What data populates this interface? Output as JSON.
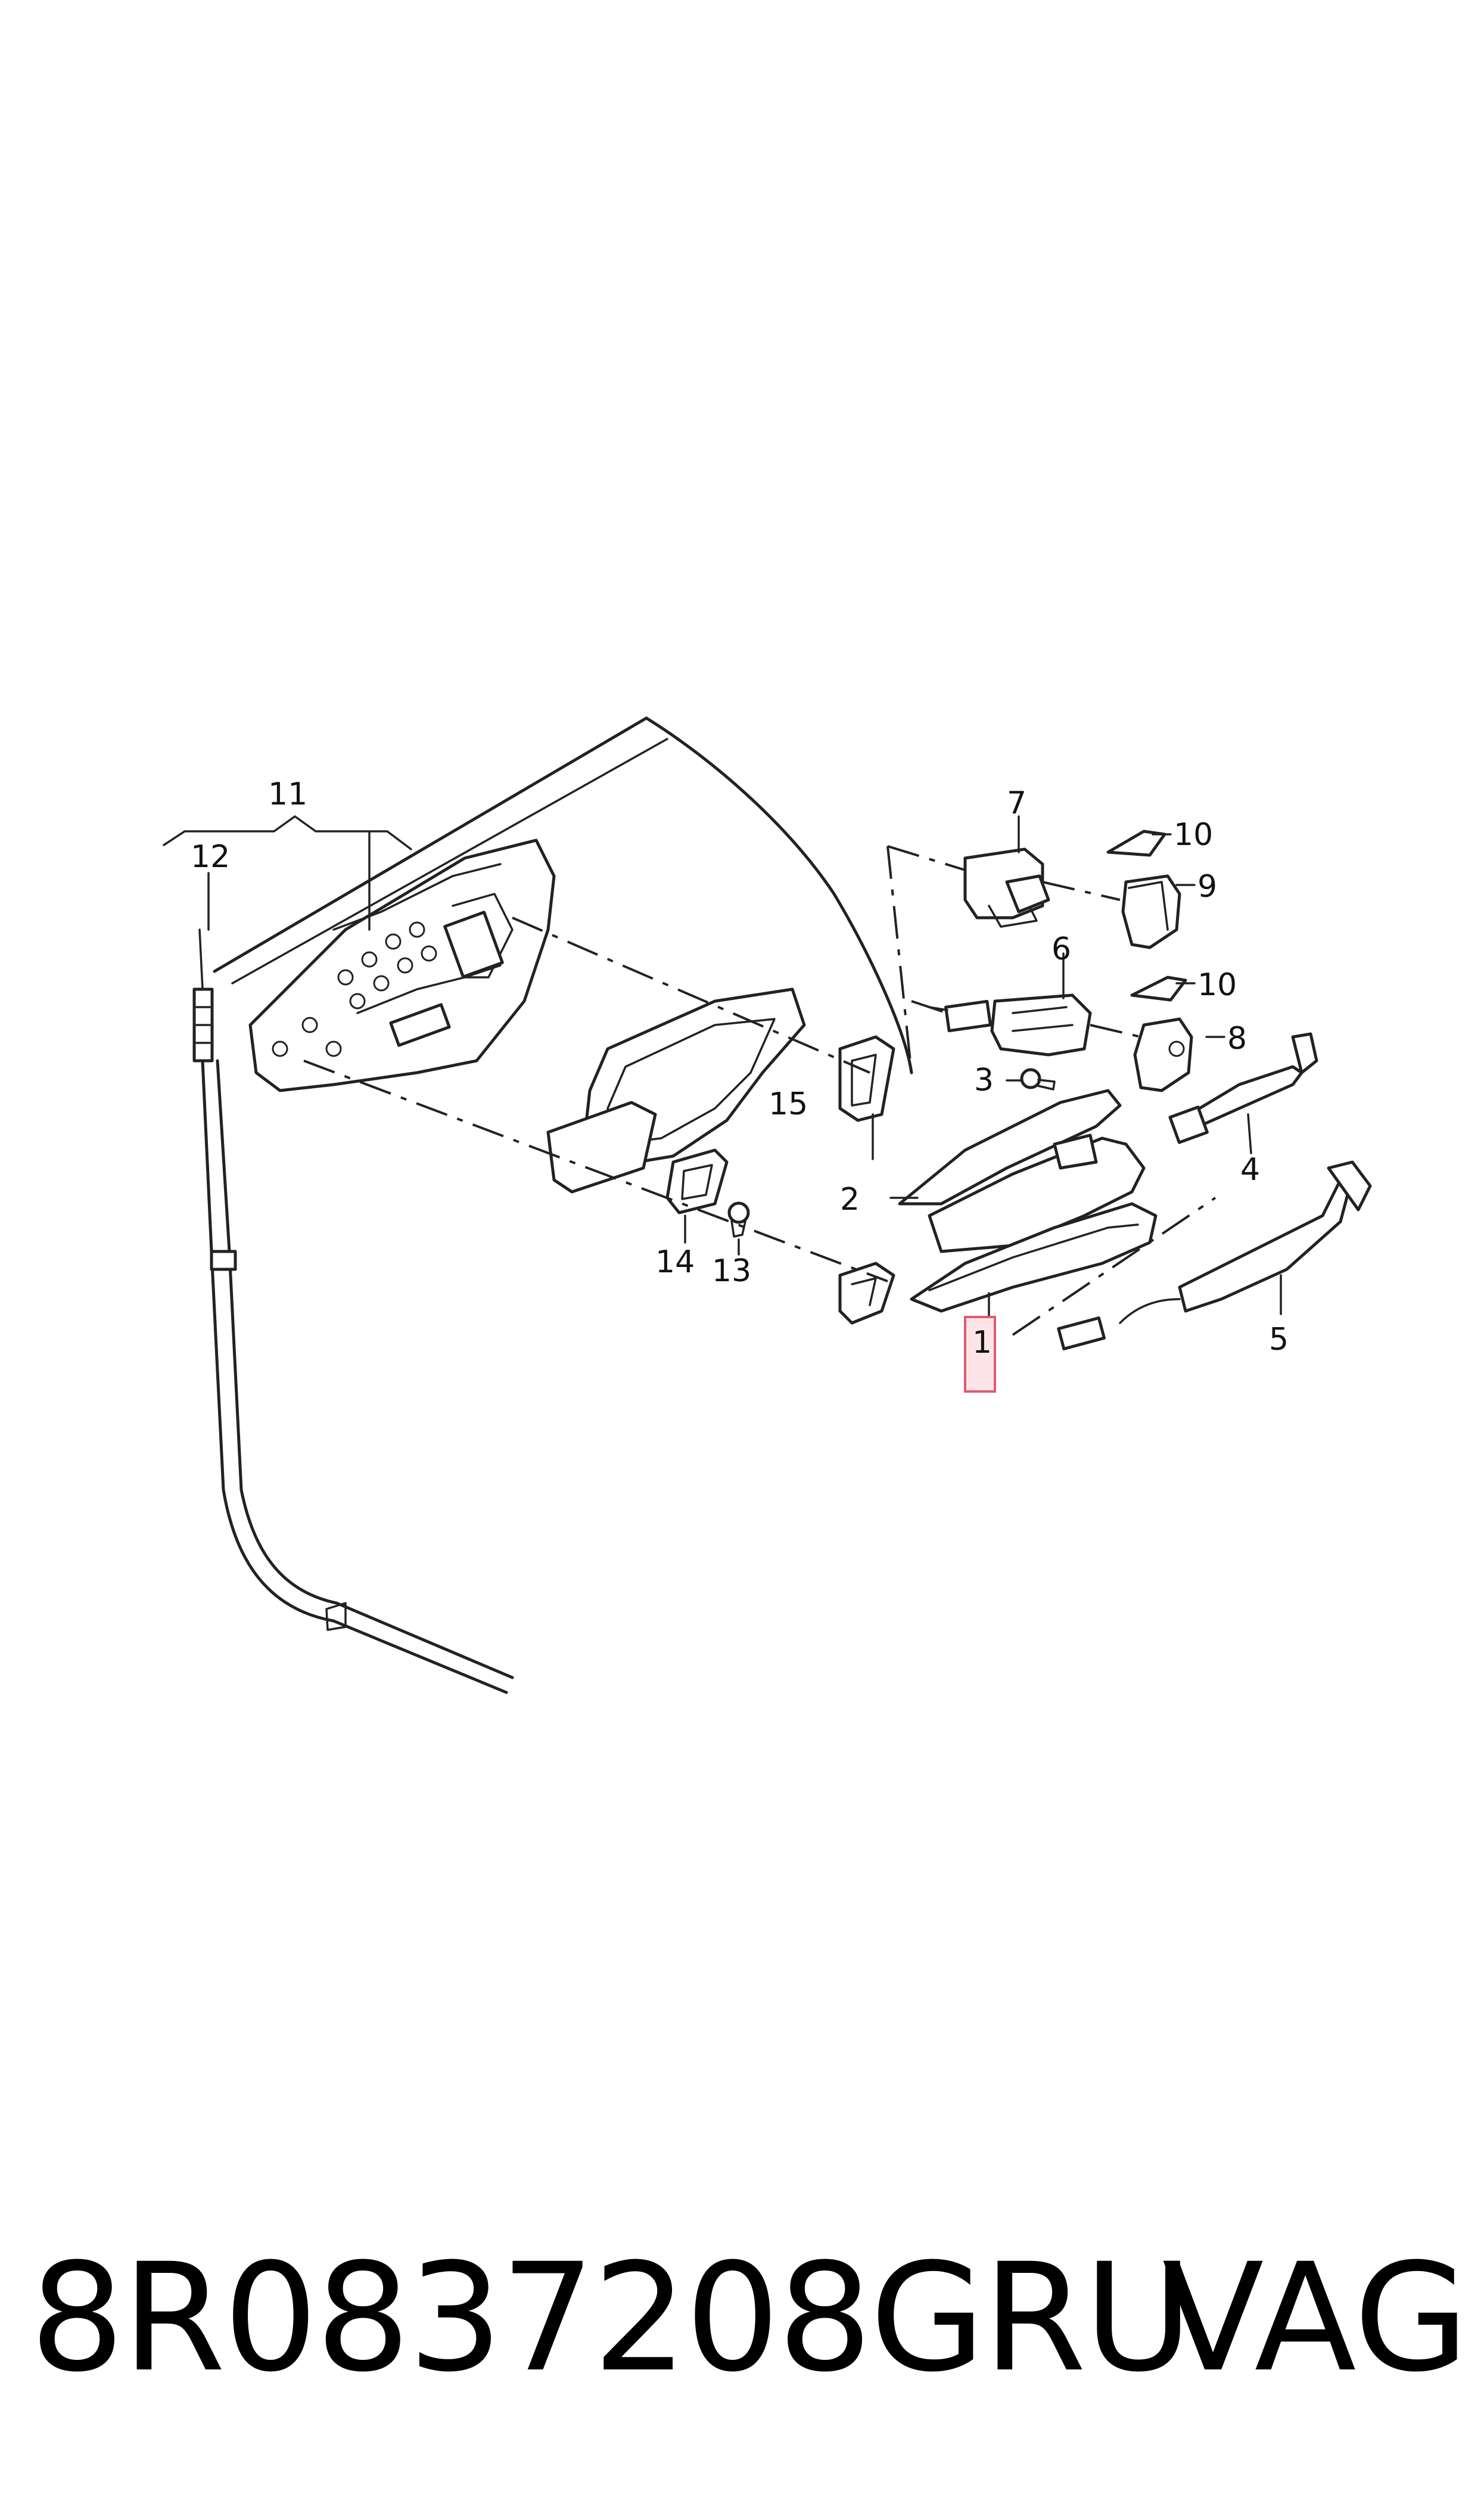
{
  "diagram": {
    "callouts": {
      "c1": "1",
      "c2": "2",
      "c3": "3",
      "c4": "4",
      "c5": "5",
      "c6": "6",
      "c7": "7",
      "c8": "8",
      "c9": "9",
      "c10a": "10",
      "c10b": "10",
      "c11": "11",
      "c12": "12",
      "c13": "13",
      "c14": "14",
      "c15": "15"
    },
    "highlighted_callout": "1",
    "highlight_color": "#fde4e8"
  },
  "footer": {
    "part_number": "8R0837208GRU",
    "brand": "VAG"
  }
}
